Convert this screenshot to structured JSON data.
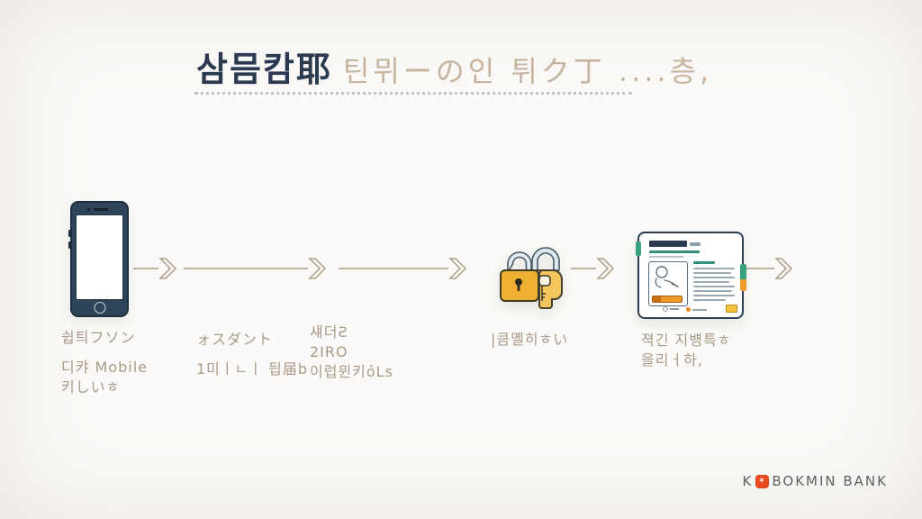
{
  "title": {
    "bold": "삼믐캄耶",
    "light": "틴뮈ーの인 튀ク丁 ....층,"
  },
  "labels": [
    {
      "lines": [
        "쉽틔フソン",
        "디캬 Mobile",
        "키しいㅎ"
      ]
    },
    {
      "lines": [
        "ォスダント",
        "1미ㅣㄴㅣ 딉届b"
      ]
    },
    {
      "lines": [
        "섀더Ƨ",
        "2IRO",
        "이럽뮌키ỏLs"
      ]
    },
    {
      "lines": [
        "|큼몔히ㅎい"
      ]
    },
    {
      "lines": [
        "젹긴 지뱽특ㅎ",
        "을리ㅓ하,"
      ]
    }
  ],
  "logo": {
    "prefix": "K",
    "badge_glyph": "✶",
    "suffix": "BOKMIN BANK"
  },
  "icons": {
    "step1": "smartphone-icon",
    "step4": "padlock-with-key-icon",
    "step5": "certificate-document-icon",
    "connector": "double-chevron-arrow-icon"
  },
  "colors": {
    "title_dark": "#2b3a50",
    "title_light": "#c6b4a0",
    "arrow": "#ad9c86",
    "label_text": "#a99a87",
    "lock_gold": "#f0b034",
    "card_teal": "#37a27d",
    "card_orange": "#ef9c2d",
    "logo_badge": "#e8491f",
    "logo_text": "#5c6268"
  }
}
